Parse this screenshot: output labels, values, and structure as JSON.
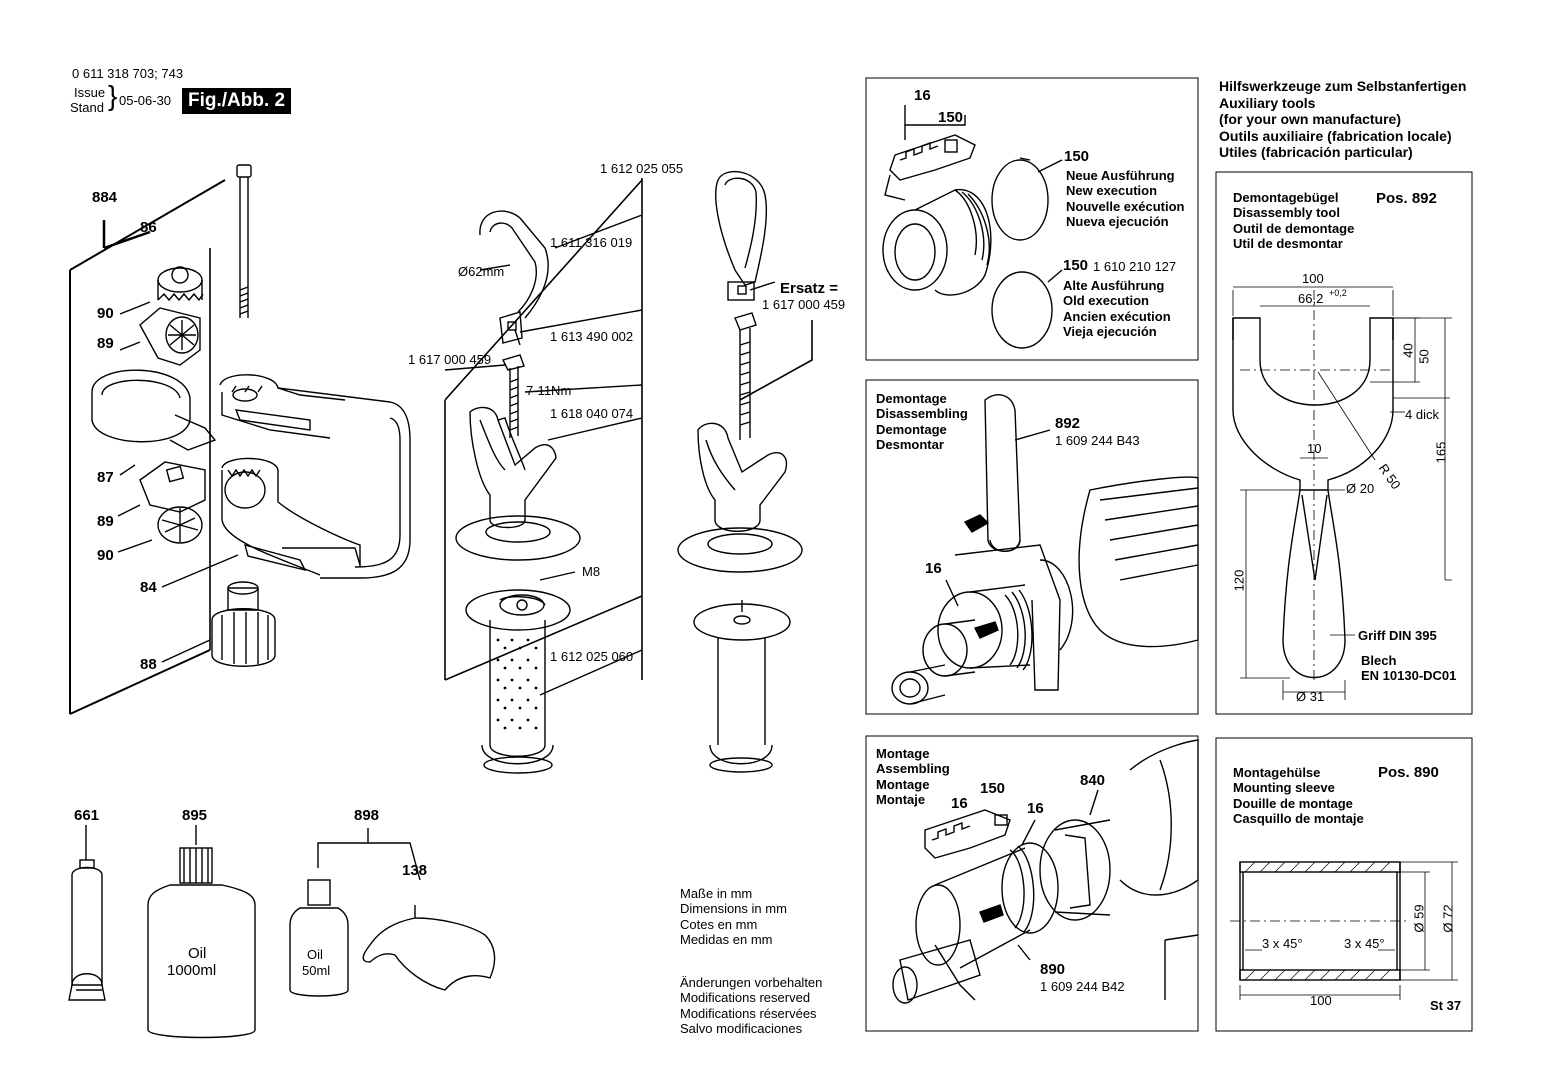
{
  "header": {
    "part_numbers": "0 611 318 703; 743",
    "issue_label": "Issue",
    "stand_label": "Stand",
    "date": "05-06-30",
    "fig_label": "Fig./Abb. 2"
  },
  "left_callouts": {
    "c884": "884",
    "c86": "86",
    "c90a": "90",
    "c89a": "89",
    "c87": "87",
    "c89b": "89",
    "c90b": "90",
    "c84": "84",
    "c88": "88"
  },
  "middle_callouts": {
    "pn_055": "1 612 025 055",
    "pn_019": "1 611 316 019",
    "dia62": "Ø62mm",
    "pn_002": "1 613 490 002",
    "pn_459": "1 617 000 459",
    "torque": "7-11Nm",
    "pn_074": "1 618 040 074",
    "m8": "M8",
    "pn_060": "1 612 025 060",
    "ersatz": "Ersatz =",
    "ersatz_pn": "1 617 000 459"
  },
  "bottom_items": {
    "c661": "661",
    "c895": "895",
    "c898": "898",
    "c138": "138",
    "oil_big_1": "Oil",
    "oil_big_2": "1000ml",
    "oil_small_1": "Oil",
    "oil_small_2": "50ml"
  },
  "notes": {
    "dimensions": [
      "Maße in mm",
      "Dimensions in mm",
      "Cotes en mm",
      "Medidas en mm"
    ],
    "modifications": [
      "Änderungen vorbehalten",
      "Modifications reserved",
      "Modifications réservées",
      "Salvo modificaciones"
    ]
  },
  "panel_exec": {
    "c16": "16",
    "c150a": "150",
    "c150b": "150",
    "new_exec": [
      "Neue Ausführung",
      "New execution",
      "Nouvelle exécution",
      "Nueva ejecución"
    ],
    "c150c": "150",
    "old_pn": "1 610 210 127",
    "old_exec": [
      "Alte Ausführung",
      "Old execution",
      "Ancien exécution",
      "Vieja ejecución"
    ]
  },
  "panel_disassembling": {
    "title": [
      "Demontage",
      "Disassembling",
      "Demontage",
      "Desmontar"
    ],
    "c892": "892",
    "pn_892": "1 609 244 B43",
    "c16": "16"
  },
  "panel_assembling": {
    "title": [
      "Montage",
      "Assembling",
      "Montage",
      "Montaje"
    ],
    "c16a": "16",
    "c150": "150",
    "c16b": "16",
    "c840": "840",
    "c890": "890",
    "pn_890": "1 609 244 B42"
  },
  "aux_tools": {
    "header": [
      "Hilfswerkzeuge zum Selbstanfertigen",
      "Auxiliary tools",
      "(for your own manufacture)",
      "Outils auxiliaire (fabrication locale)",
      "Utiles (fabricación particular)"
    ]
  },
  "tool_892": {
    "title": [
      "Demontagebügel",
      "Disassembly tool",
      "Outil de demontage",
      "Util de desmontar"
    ],
    "pos": "Pos. 892",
    "d100": "100",
    "d66": "66,2",
    "d66_tol": "+0,2",
    "d40": "40",
    "d50": "50",
    "thick": "4 dick",
    "d165": "165",
    "d10": "10",
    "r50": "R 50",
    "d20": "Ø 20",
    "d120": "120",
    "griff": "Griff DIN 395",
    "blech": "Blech",
    "en": "EN 10130-DC01",
    "d31": "Ø 31"
  },
  "tool_890": {
    "title": [
      "Montagehülse",
      "Mounting sleeve",
      "Douille de montage",
      "Casquillo de montaje"
    ],
    "pos": "Pos. 890",
    "d59": "Ø 59",
    "d72": "Ø 72",
    "ch1": "3 x 45°",
    "ch2": "3 x 45°",
    "d100": "100",
    "mat": "St 37"
  }
}
